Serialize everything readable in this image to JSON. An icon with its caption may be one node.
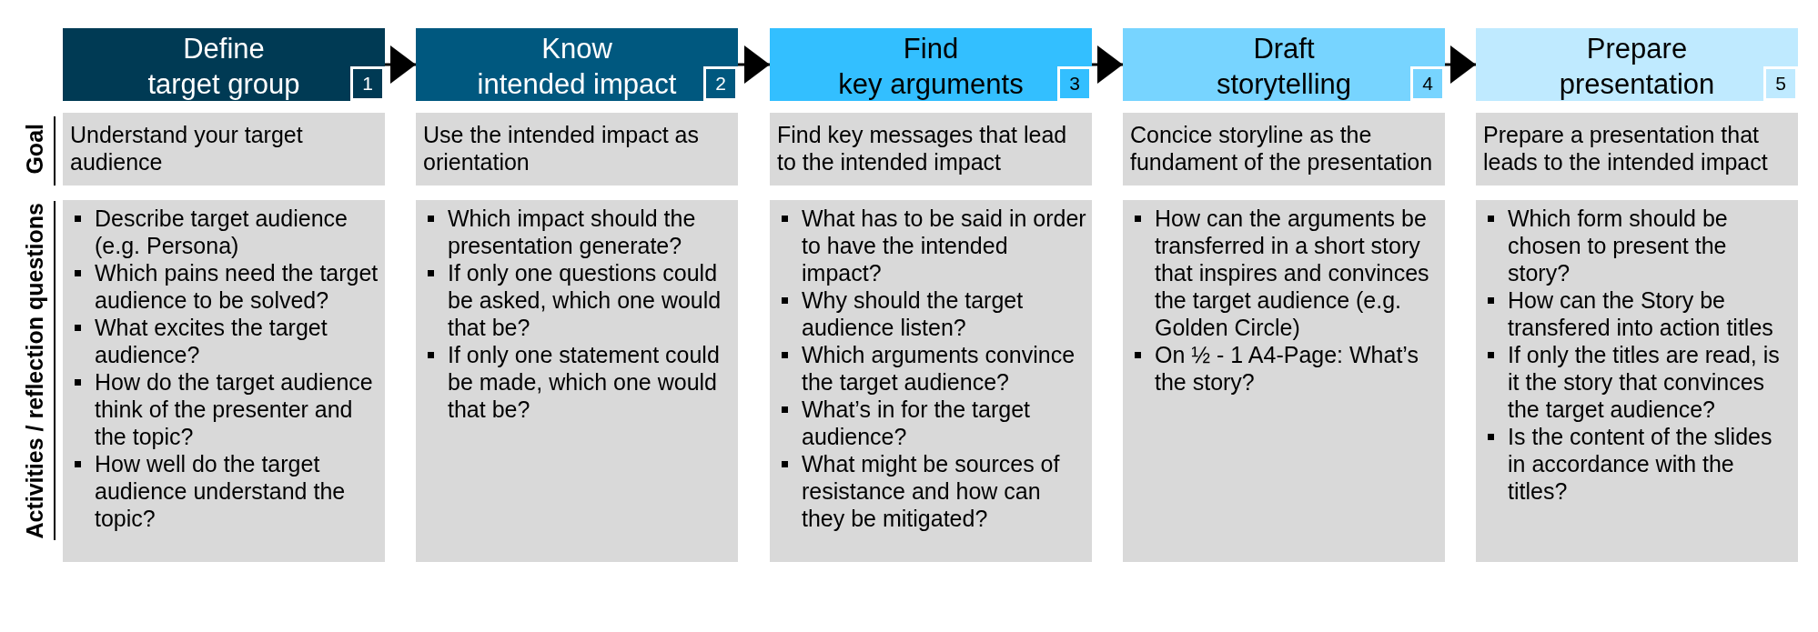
{
  "diagram": {
    "nodes": [
      {
        "text": [
          "Define target group"
        ]
      },
      {
        "text": [
          "1"
        ],
        "in": 0
      },
      {
        "text": [
          "Know intended impact"
        ]
      },
      {
        "text": [
          "2"
        ],
        "in": 2
      },
      {
        "text": [
          "Find key arguments"
        ]
      },
      {
        "text": [
          "3"
        ],
        "in": 4
      },
      {
        "text": [
          "Draft storytelling"
        ]
      },
      {
        "text": [
          "4"
        ],
        "in": 6
      },
      {
        "text": [
          "Prepare presentation"
        ]
      },
      {
        "text": [
          "5"
        ],
        "in": 8
      },
      {
        "text": [
          "Understand your target audience"
        ]
      },
      {
        "text": [
          "Use the intended impact as orientation"
        ]
      },
      {
        "text": [
          "Find key messages that lead to the intended impact"
        ]
      },
      {
        "text": [
          "Concice storyline as the fundament of the presentation"
        ]
      },
      {
        "text": [
          "Prepare a presentation that leads to the intended impact"
        ]
      },
      {
        "text": [
          "Describe target audience (e.g. Persona)",
          "Which pains need the target audience to be solved?",
          "What excites the target audience?",
          "How do the target audience think of the presenter and the topic?",
          "How well do the target audience understand the topic?"
        ]
      },
      {
        "text": [
          "Which impact should the presentation generate?",
          "If only one questions could be asked, which one would that be?",
          "If only one statement could be made, which one would that be?"
        ]
      },
      {
        "text": [
          "What has to be said in order to have the intended impact?",
          "Why should the target audience listen?",
          "Which arguments convince the target audience?",
          "What’s in for the target audience?",
          "What might be sources of resistance and how can they be mitigated?"
        ]
      },
      {
        "text": [
          "How can the arguments be transferred in a short story that inspires and convinces the target audience (e.g. Golden Circle)",
          "On ½ - 1 A4-Page: What’s the story?"
        ]
      },
      {
        "text": [
          "Which form should be chosen to present the story?",
          "How can the Story be transfered into action titles",
          "If only the titles are read, is it the story that convinces the target audience?",
          "Is the content of the slides in accordance with the titles?"
        ]
      }
    ],
    "edges": [
      {
        "from": 0,
        "to": 2,
        "arrow": "to"
      },
      {
        "from": 2,
        "to": 4,
        "arrow": "to"
      },
      {
        "from": 4,
        "to": 6,
        "arrow": "to"
      },
      {
        "from": 6,
        "to": 8,
        "arrow": "to"
      }
    ],
    "labels": [
      "Goal",
      "Activities / reflection questions"
    ]
  }
}
